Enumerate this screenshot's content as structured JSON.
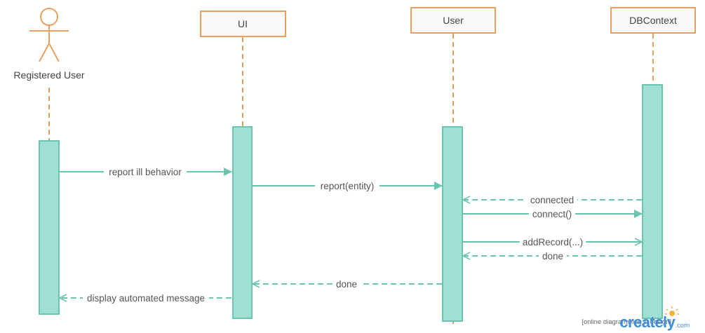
{
  "actor": {
    "name": "Registered User"
  },
  "lifelines": [
    {
      "id": "ui",
      "name": "UI"
    },
    {
      "id": "user",
      "name": "User"
    },
    {
      "id": "dbcontext",
      "name": "DBContext"
    }
  ],
  "messages": [
    {
      "id": "m1",
      "label": "report ill behavior",
      "from": "Registered User",
      "to": "UI",
      "kind": "sync"
    },
    {
      "id": "m2",
      "label": "report(entity)",
      "from": "UI",
      "to": "User",
      "kind": "sync"
    },
    {
      "id": "m3",
      "label": "connected",
      "from": "DBContext",
      "to": "User",
      "kind": "return"
    },
    {
      "id": "m4",
      "label": "connect()",
      "from": "User",
      "to": "DBContext",
      "kind": "sync"
    },
    {
      "id": "m5",
      "label": "addRecord(...)",
      "from": "User",
      "to": "DBContext",
      "kind": "async"
    },
    {
      "id": "m6",
      "label": "done",
      "from": "DBContext",
      "to": "User",
      "kind": "return"
    },
    {
      "id": "m7",
      "label": "done",
      "from": "User",
      "to": "UI",
      "kind": "return"
    },
    {
      "id": "m8",
      "label": "display automated message",
      "from": "UI",
      "to": "Registered User",
      "kind": "return"
    }
  ],
  "colors": {
    "header_border": "#e8a060",
    "lifeline": "#e8a060",
    "activation_fill": "#a0e0d2",
    "activation_border": "#6cc4b0",
    "message": "#6cc4b0",
    "text": "#555555"
  },
  "branding": {
    "tagline": "[online diagramming & design]",
    "logo": "creately",
    "logo_suffix": ".com"
  }
}
